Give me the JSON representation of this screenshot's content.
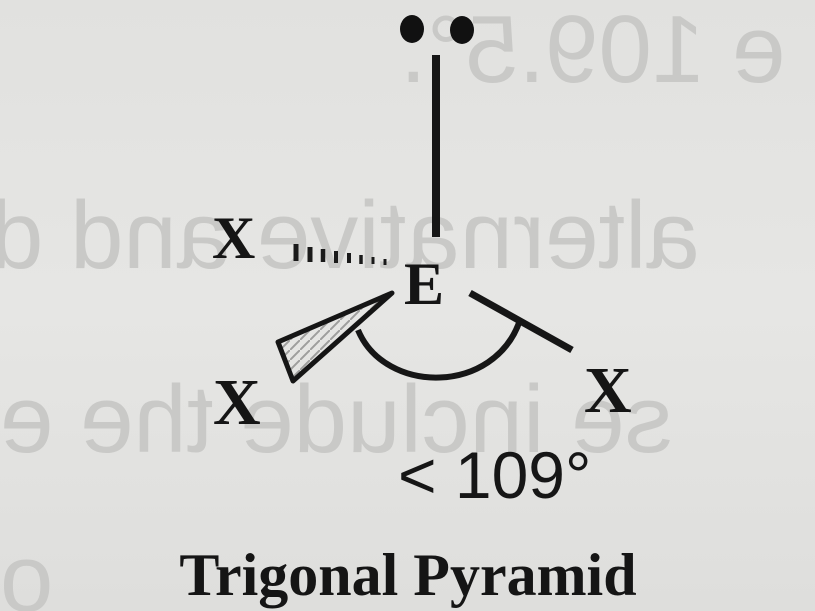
{
  "diagram": {
    "central_atom": "E",
    "ligand_back": "X",
    "ligand_left": "X",
    "ligand_right": "X",
    "angle": "< 109°",
    "caption": "Trigonal Pyramid"
  },
  "bleed_through": {
    "line1": "e 109.5°.",
    "line2": "alternative and d",
    "line3": "se include the e",
    "line4": "o"
  }
}
